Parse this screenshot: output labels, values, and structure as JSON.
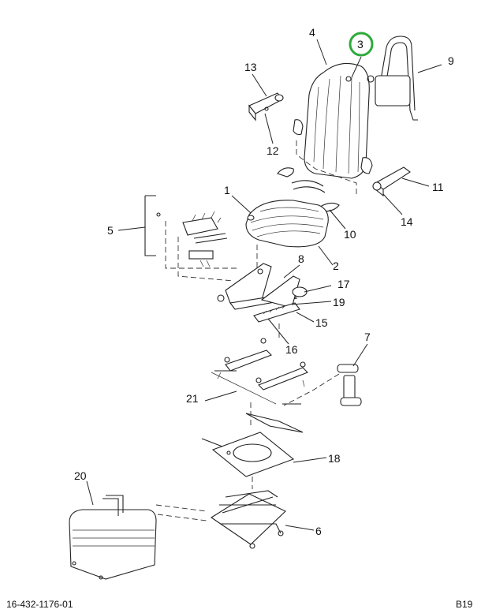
{
  "callouts": {
    "c1": "1",
    "c2": "2",
    "c3": "3",
    "c4": "4",
    "c5": "5",
    "c6": "6",
    "c7": "7",
    "c8": "8",
    "c9": "9",
    "c10": "10",
    "c11": "11",
    "c12": "12",
    "c13": "13",
    "c14": "14",
    "c15": "15",
    "c16": "16",
    "c17": "17",
    "c18": "18",
    "c19": "19",
    "c20": "20",
    "c21": "21"
  },
  "footer": {
    "part_number": "16-432-1176-01",
    "page_code": "B19"
  },
  "colors": {
    "highlight": "#2eaa3c",
    "line": "#222222"
  }
}
